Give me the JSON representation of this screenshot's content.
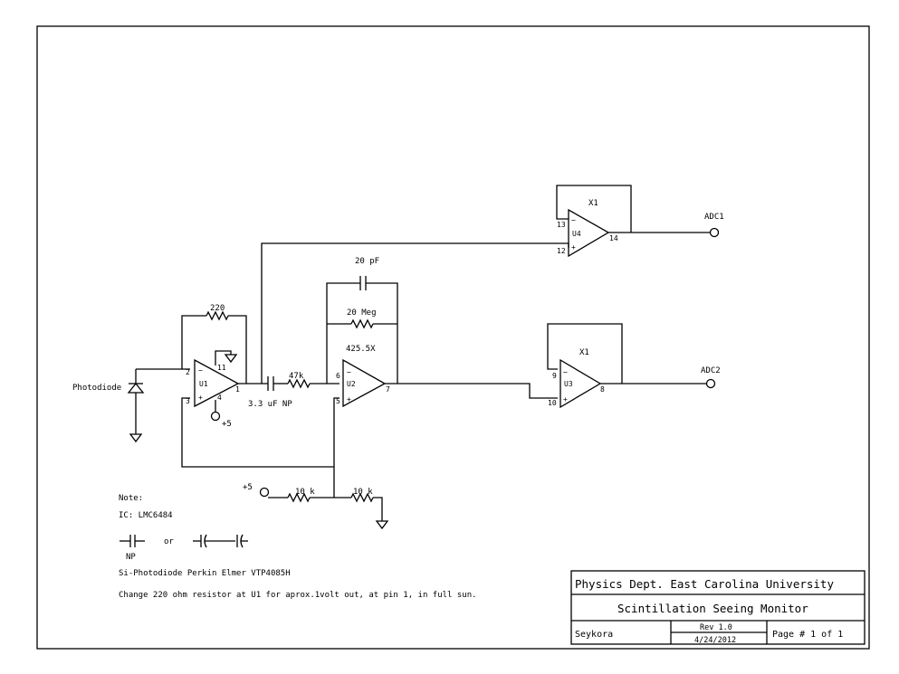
{
  "labels": {
    "photodiode": "Photodiode",
    "r_feedback_u1": "220",
    "supply_u1": "+5",
    "cap_coupling": "3.3 uF NP",
    "r_input_u2": "47k",
    "cap_feedback_u2": "20 pF",
    "r_feedback_u2": "20 Meg",
    "gain_u2": "425.5X",
    "gain_u4": "X1",
    "gain_u3": "X1",
    "out_adc1": "ADC1",
    "out_adc2": "ADC2",
    "supply_divider": "+5",
    "r_div_1": "10 k",
    "r_div_2": "10 k"
  },
  "opamps": {
    "u1": {
      "name": "U1",
      "pin_minus": "2",
      "pin_plus": "3",
      "pin_out": "1",
      "pin_top": "11",
      "pin_bottom": "4",
      "sign_minus": "−",
      "sign_plus": "+"
    },
    "u2": {
      "name": "U2",
      "pin_minus": "6",
      "pin_plus": "5",
      "pin_out": "7",
      "sign_minus": "−",
      "sign_plus": "+"
    },
    "u3": {
      "name": "U3",
      "pin_minus": "9",
      "pin_plus": "10",
      "pin_out": "8",
      "sign_minus": "−",
      "sign_plus": "+"
    },
    "u4": {
      "name": "U4",
      "pin_minus": "13",
      "pin_plus": "12",
      "pin_out": "14",
      "sign_minus": "−",
      "sign_plus": "+"
    }
  },
  "notes": {
    "title": "Note:",
    "ic": "IC: LMC6484",
    "np_label": "NP",
    "or": "or",
    "photodiode_part": "Si-Photodiode Perkin Elmer VTP4085H",
    "change": "Change 220 ohm resistor at U1 for aprox.1volt out, at pin 1,  in full sun."
  },
  "title_block": {
    "org": "Physics Dept. East Carolina University",
    "title": "Scintillation Seeing Monitor",
    "author": "Seykora",
    "rev": "Rev 1.0",
    "date": "4/24/2012",
    "page": "Page # 1 of 1"
  }
}
